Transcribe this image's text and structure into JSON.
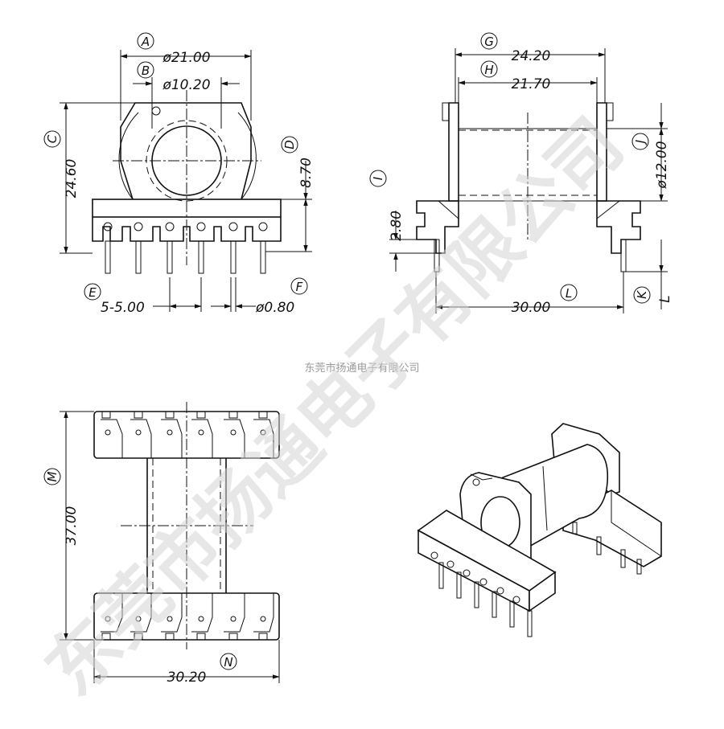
{
  "watermark": {
    "company_small": "东莞市扬通电子有限公司",
    "company_big": "东莞市扬通电子有限公司"
  },
  "front_view": {
    "labels": {
      "A": "A",
      "B": "B",
      "C": "C",
      "D": "D",
      "E": "E",
      "F": "F"
    },
    "dims": {
      "A": "ø21.00",
      "B": "ø10.20",
      "C": "24.60",
      "D": "8.70",
      "E": "5-5.00",
      "F": "ø0.80"
    }
  },
  "side_view": {
    "labels": {
      "G": "G",
      "H": "H",
      "I": "I",
      "J": "J",
      "K": "K",
      "L": "L"
    },
    "dims": {
      "G": "24.20",
      "H": "21.70",
      "I": "2.80",
      "J": "ø12.00",
      "L": "30.00"
    }
  },
  "top_view": {
    "labels": {
      "M": "M",
      "N": "N"
    },
    "dims": {
      "M": "37.00",
      "N": "30.20"
    }
  }
}
